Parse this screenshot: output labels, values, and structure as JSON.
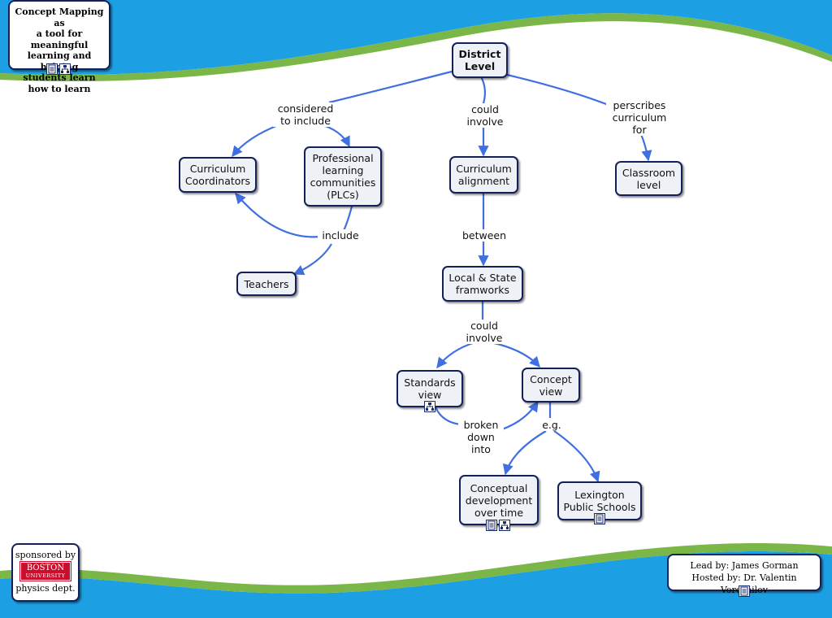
{
  "title_box": "Concept Mapping as\na tool for meaningful\nlearning and helping\nstudents learn\nhow to learn",
  "sponsor": {
    "line1": "sponsored by",
    "logo_line1": "BOSTON",
    "logo_line2": "UNIVERSITY",
    "line2": "physics dept."
  },
  "credits": {
    "lead": "Lead by: James Gorman",
    "host": "Hosted by: Dr. Valentin Voroshilov"
  },
  "concepts": {
    "district_level": "District\nLevel",
    "curriculum_coordinators": "Curriculum\nCoordinators",
    "plcs": "Professional\nlearning\ncommunities\n(PLCs)",
    "curriculum_alignment": "Curriculum\nalignment",
    "classroom_level": "Classroom\nlevel",
    "teachers": "Teachers",
    "local_state": "Local & State\nframworks",
    "standards_view": "Standards\nview",
    "concept_view": "Concept\nview",
    "conceptual_development": "Conceptual\ndevelopment\nover time",
    "lexington": "Lexington\nPublic Schools"
  },
  "linking_phrases": {
    "considered_to_include": "considered\nto include",
    "could_involve_1": "could\ninvolve",
    "perscribes": "perscribes\ncurriculum\nfor",
    "include": "include",
    "between": "between",
    "could_involve_2": "could\ninvolve",
    "broken_down_into": "broken\ndown\ninto",
    "eg": "e.g."
  },
  "colors": {
    "sky_blue": "#1da0e3",
    "wave_green": "#7ab648",
    "link_blue": "#3f6fe0",
    "node_border": "#14205a",
    "node_fill": "#eef2f7",
    "bu_red": "#c8102e"
  },
  "icons": [
    "resource-list-icon",
    "concept-map-icon"
  ]
}
